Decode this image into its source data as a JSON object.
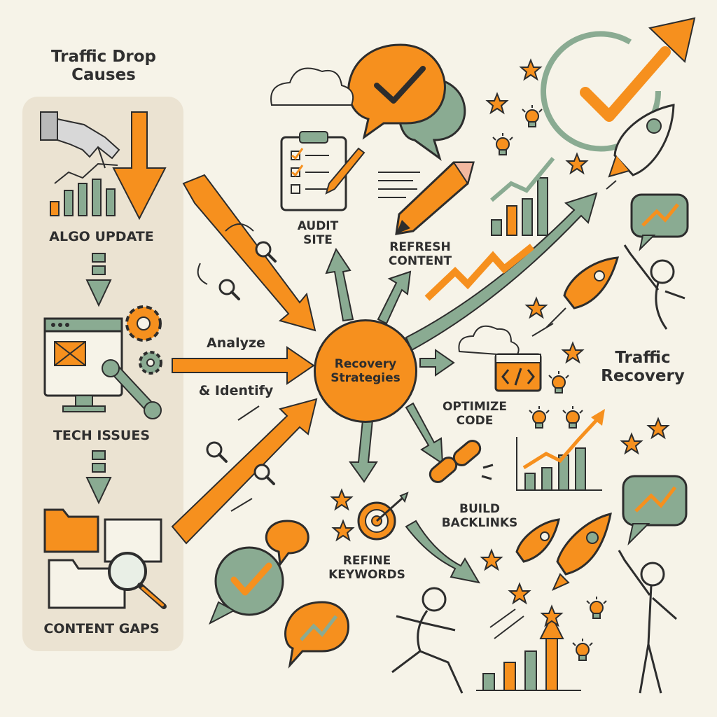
{
  "titles": {
    "causes": "Traffic Drop\nCauses",
    "recovery": "Traffic\nRecovery"
  },
  "causes": {
    "algo": "ALGO UPDATE",
    "tech": "TECH ISSUES",
    "content": "CONTENT GAPS"
  },
  "process": {
    "analyze": "Analyze",
    "identify": "& Identify"
  },
  "hub": {
    "label": "Recovery\nStrategies"
  },
  "strategies": {
    "audit": "AUDIT\nSITE",
    "refresh": "REFRESH\nCONTENT",
    "optimize": "OPTIMIZE\nCODE",
    "backlinks": "BUILD\nBACKLINKS",
    "keywords": "REFINE\nKEYWORDS"
  },
  "colors": {
    "orange": "#f6901e",
    "sage": "#8aab92",
    "ink": "#2d2d2d",
    "paper": "#f6f3e8",
    "panel": "#ebe3d2"
  },
  "icons": [
    "robot-hand-icon",
    "bar-chart-icon",
    "monitor-icon",
    "gear-icon",
    "wrench-icon",
    "folder-icon",
    "magnifier-icon",
    "clipboard-icon",
    "pencil-icon",
    "chat-bubble-icon",
    "checkmark-icon",
    "rocket-icon",
    "lightbulb-icon",
    "star-icon",
    "code-window-icon",
    "chain-link-icon",
    "target-icon",
    "cloud-icon",
    "stick-figure-icon"
  ]
}
